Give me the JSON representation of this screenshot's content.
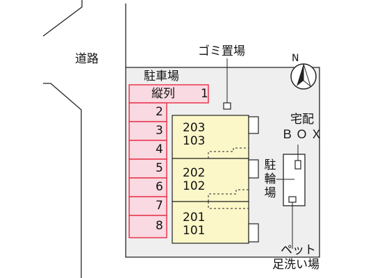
{
  "labels": {
    "road": "道路",
    "parking": "駐車場",
    "garbage": "ゴミ置場",
    "delivery_line1": "宅配",
    "delivery_line2": "ＢＯＸ",
    "bicycle": "駐輪場",
    "pet_line1": "ペット",
    "pet_line2": "足洗い場",
    "north": "N"
  },
  "parking": {
    "first_prefix": "縦列",
    "spaces": [
      "1",
      "2",
      "3",
      "4",
      "5",
      "6",
      "7",
      "8"
    ]
  },
  "units": {
    "a": [
      "203",
      "103"
    ],
    "b": [
      "202",
      "102"
    ],
    "c": [
      "201",
      "101"
    ]
  },
  "colors": {
    "parking_fill": "#f9d9e2",
    "parking_border": "#e8374f",
    "building_fill": "#fbf7c8",
    "site_fill": "#efefef"
  }
}
